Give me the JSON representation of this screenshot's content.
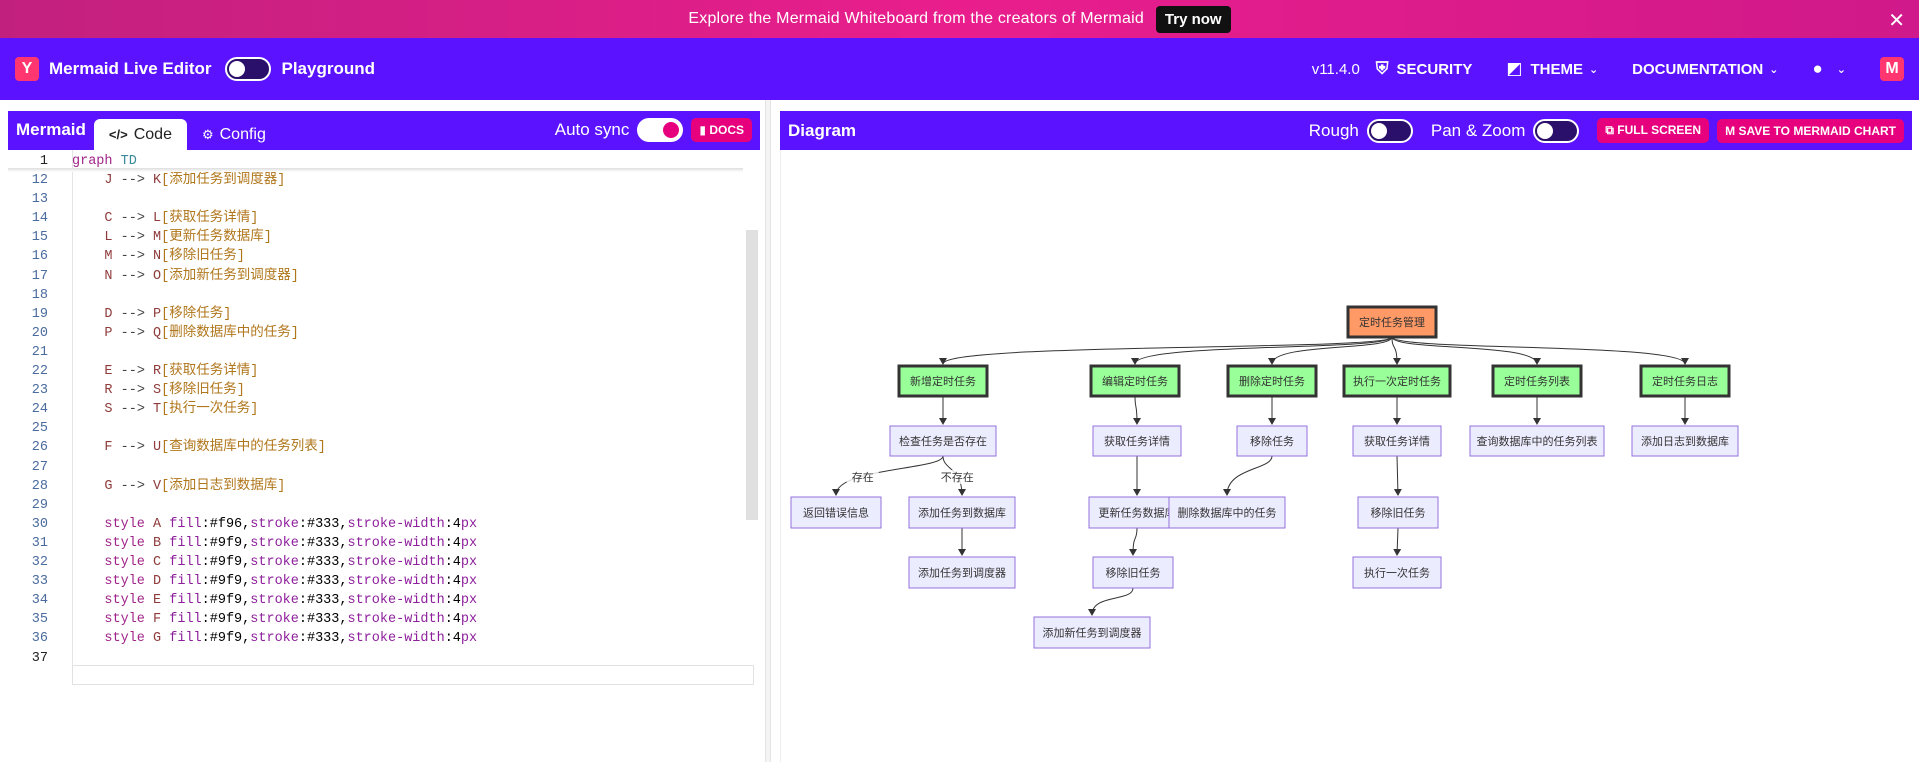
{
  "banner": {
    "text": "Explore the Mermaid Whiteboard from the creators of Mermaid",
    "cta": "Try now",
    "close": "✕"
  },
  "nav": {
    "brand": "Mermaid Live Editor",
    "playground": "Playground",
    "version": "v11.4.0",
    "security": "SECURITY",
    "theme": "THEME",
    "documentation": "DOCUMENTATION"
  },
  "editor": {
    "title": "Mermaid",
    "tab_code": "Code",
    "tab_config": "Config",
    "autosync": "Auto sync",
    "docs": "DOCS",
    "lines": [
      {
        "n": "1",
        "t": "graph TD"
      },
      {
        "n": "12",
        "t": "    J --> K[添加任务到调度器]"
      },
      {
        "n": "13",
        "t": ""
      },
      {
        "n": "14",
        "t": "    C --> L[获取任务详情]"
      },
      {
        "n": "15",
        "t": "    L --> M[更新任务数据库]"
      },
      {
        "n": "16",
        "t": "    M --> N[移除旧任务]"
      },
      {
        "n": "17",
        "t": "    N --> O[添加新任务到调度器]"
      },
      {
        "n": "18",
        "t": ""
      },
      {
        "n": "19",
        "t": "    D --> P[移除任务]"
      },
      {
        "n": "20",
        "t": "    P --> Q[删除数据库中的任务]"
      },
      {
        "n": "21",
        "t": ""
      },
      {
        "n": "22",
        "t": "    E --> R[获取任务详情]"
      },
      {
        "n": "23",
        "t": "    R --> S[移除旧任务]"
      },
      {
        "n": "24",
        "t": "    S --> T[执行一次任务]"
      },
      {
        "n": "25",
        "t": ""
      },
      {
        "n": "26",
        "t": "    F --> U[查询数据库中的任务列表]"
      },
      {
        "n": "27",
        "t": ""
      },
      {
        "n": "28",
        "t": "    G --> V[添加日志到数据库]"
      },
      {
        "n": "29",
        "t": ""
      },
      {
        "n": "30",
        "t": "    style A fill:#f96,stroke:#333,stroke-width:4px"
      },
      {
        "n": "31",
        "t": "    style B fill:#9f9,stroke:#333,stroke-width:4px"
      },
      {
        "n": "32",
        "t": "    style C fill:#9f9,stroke:#333,stroke-width:4px"
      },
      {
        "n": "33",
        "t": "    style D fill:#9f9,stroke:#333,stroke-width:4px"
      },
      {
        "n": "34",
        "t": "    style E fill:#9f9,stroke:#333,stroke-width:4px"
      },
      {
        "n": "35",
        "t": "    style F fill:#9f9,stroke:#333,stroke-width:4px"
      },
      {
        "n": "36",
        "t": "    style G fill:#9f9,stroke:#333,stroke-width:4px"
      },
      {
        "n": "37",
        "t": ""
      }
    ]
  },
  "diagram": {
    "title": "Diagram",
    "rough": "Rough",
    "panzoom": "Pan & Zoom",
    "fullscreen": "FULL SCREEN",
    "save": "SAVE TO MERMAID CHART",
    "nodes": {
      "A": "定时任务管理",
      "B": "新增定时任务",
      "C": "编辑定时任务",
      "D": "删除定时任务",
      "E": "执行一次定时任务",
      "F": "定时任务列表",
      "G": "定时任务日志",
      "H": "检查任务是否存在",
      "I": "返回错误信息",
      "J": "添加任务到数据库",
      "K": "添加任务到调度器",
      "L": "获取任务详情",
      "M": "更新任务数据库",
      "N": "移除旧任务",
      "O": "添加新任务到调度器",
      "P": "移除任务",
      "Q": "删除数据库中的任务",
      "R": "获取任务详情",
      "S": "移除旧任务",
      "T": "执行一次任务",
      "U": "查询数据库中的任务列表",
      "V": "添加日志到数据库"
    },
    "edge_labels": {
      "exists": "存在",
      "not_exists": "不存在"
    },
    "colors": {
      "root_fill": "#ff9966",
      "green_fill": "#99ff99",
      "default_fill": "#ececff",
      "default_stroke": "#9370db"
    }
  }
}
